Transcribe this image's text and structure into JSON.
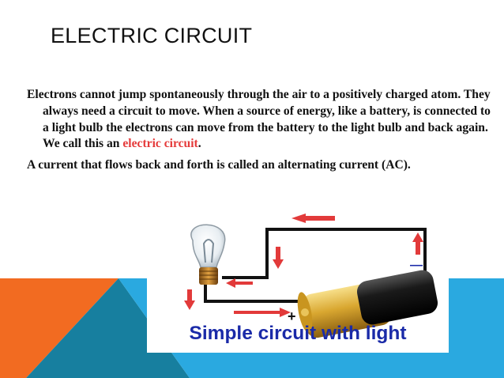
{
  "slide": {
    "title": "ELECTRIC CIRCUIT",
    "paragraph1": {
      "text": "Electrons cannot jump spontaneously through the air to a positively charged atom. They always need a circuit to move. When a source of energy, like a battery, is connected to a light bulb the electrons can move from the battery to the light bulb and back again. We call this an ",
      "highlight": "electric circuit",
      "end": "."
    },
    "paragraph2": "A current that flows back and forth is called an alternating current (AC)."
  },
  "figure": {
    "caption": "Simple circuit with light",
    "plus_sign": "+",
    "minus_sign": "—"
  },
  "colors": {
    "highlight": "#e53a3a",
    "caption": "#1a2aa8",
    "arrow": "#e23a3a",
    "decor_orange": "#f26b21",
    "decor_blue": "#2aa9e0",
    "decor_teal": "#177f9f",
    "battery_gold": "#d9a730",
    "battery_black": "#1a1a1a"
  },
  "icons": [
    "light-bulb-icon",
    "battery-icon",
    "arrow-icon"
  ]
}
